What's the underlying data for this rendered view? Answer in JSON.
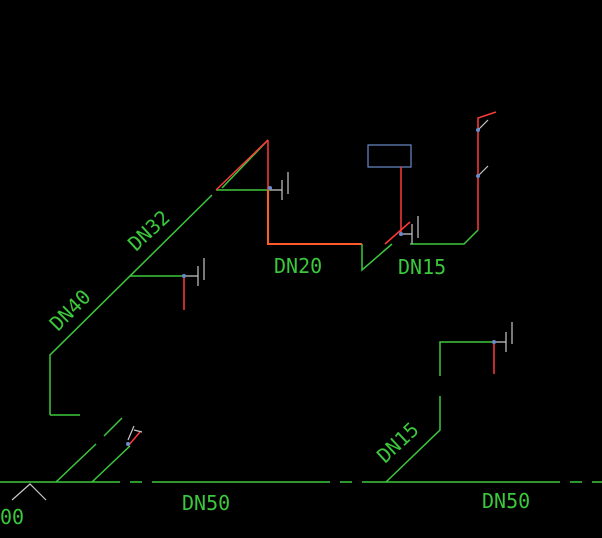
{
  "labels": {
    "dn32": "DN32",
    "dn40": "DN40",
    "dn20": "DN20",
    "dn15_top": "DN15",
    "dn15_diag": "DN15",
    "dn50_left": "DN50",
    "dn50_right": "DN50",
    "edge_number": "00"
  },
  "colors": {
    "background": "#000000",
    "pipe_green": "#3cc83c",
    "pipe_red": "#ff3a3a",
    "pipe_orange": "#ff5a2a",
    "fixture_blue": "#6a8ac8",
    "text_green": "#3cc83c",
    "symbol_white": "#c8c8c8"
  }
}
